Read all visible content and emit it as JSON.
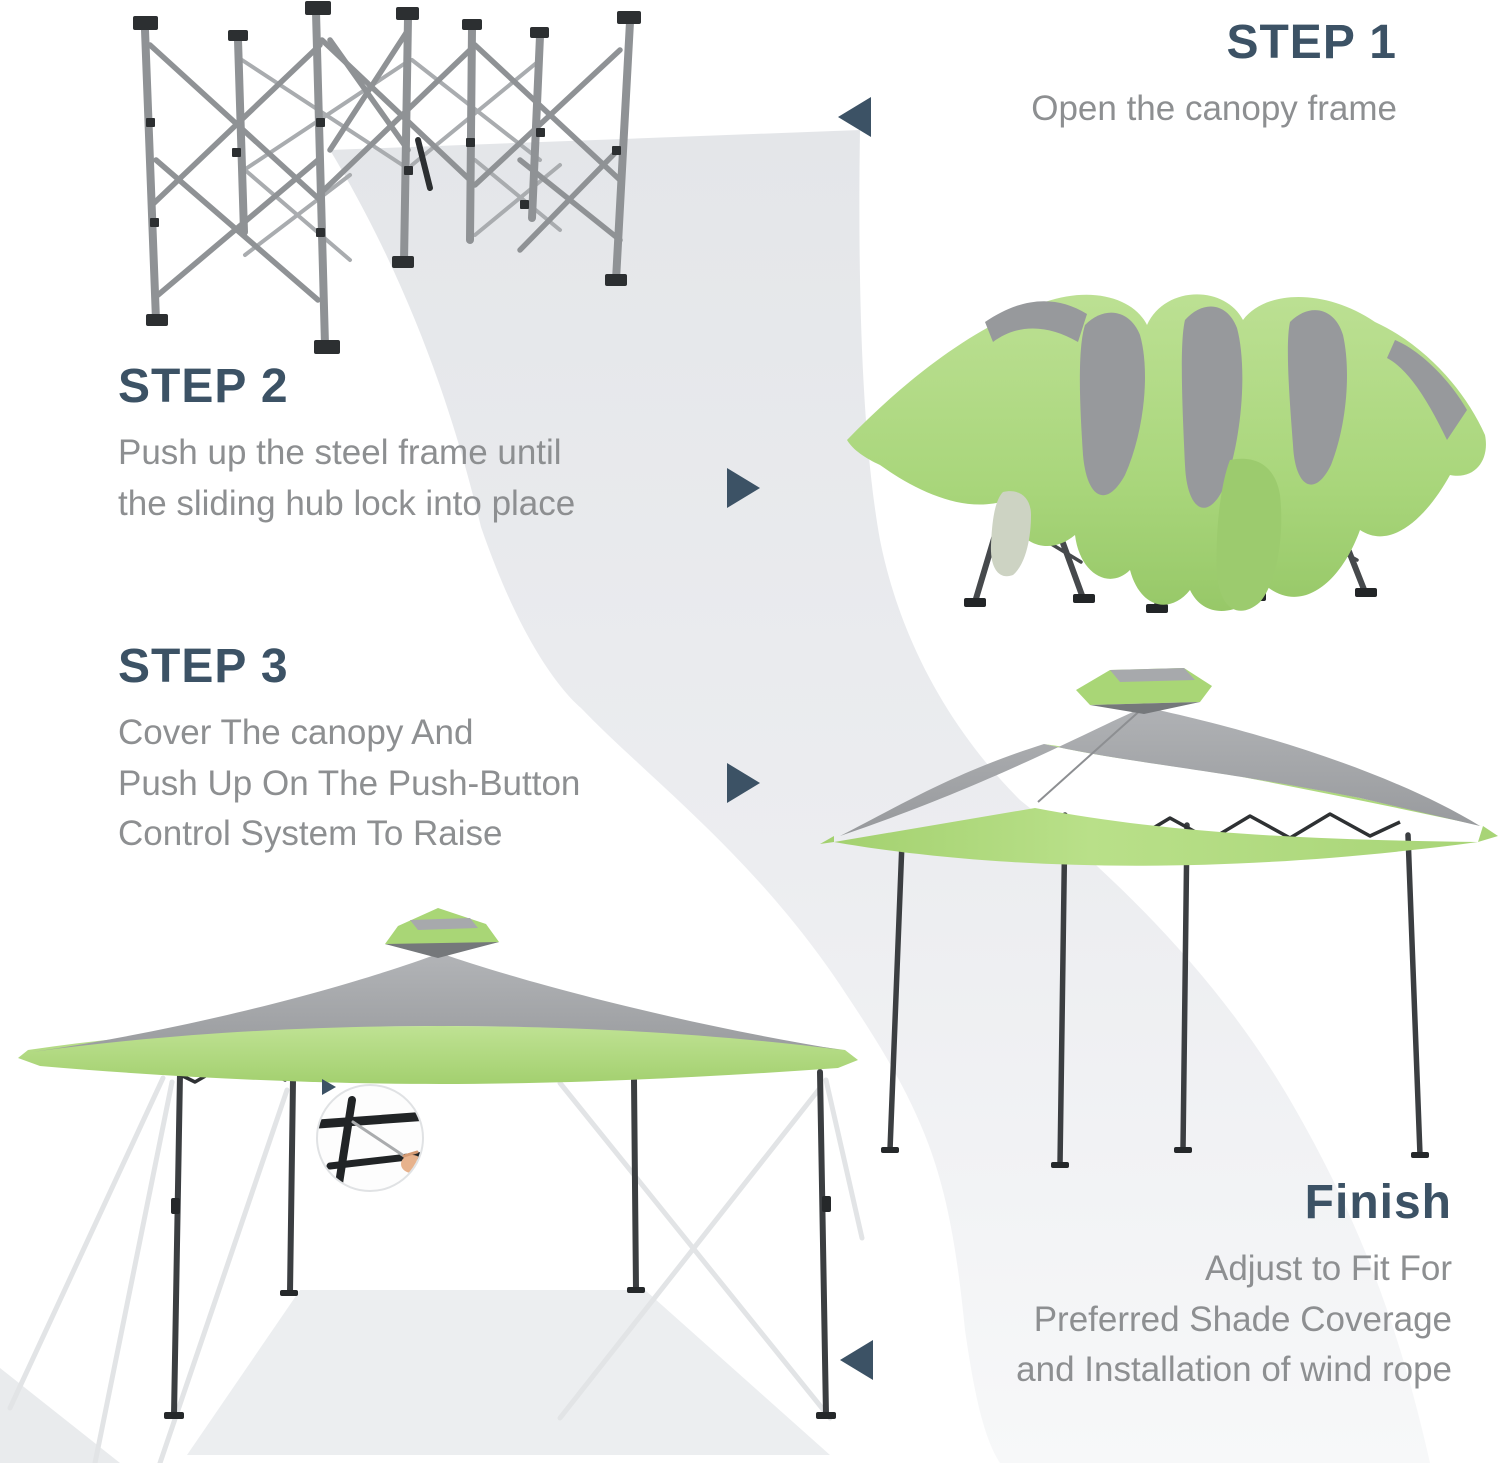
{
  "colors": {
    "heading": "#3c5265",
    "body_text": "#8d8f91",
    "arrow": "#3c5265",
    "canopy_green": "#abd77c",
    "canopy_green_dark": "#93c465",
    "canopy_gray": "#9fa1a4",
    "frame_gray": "#8f9295",
    "frame_black": "#2c2f31",
    "leg_dark": "#3b3e41",
    "rope_white": "#e7e9ea",
    "swoosh_gray": "#e6e8ea"
  },
  "steps": [
    {
      "label": "STEP 1",
      "description": "Open the canopy frame",
      "arrow_direction": "left",
      "illustration": "folded-canopy-frame"
    },
    {
      "label": "STEP 2",
      "description": "Push up the steel frame until\nthe sliding hub lock into place",
      "arrow_direction": "right",
      "illustration": "steel-frame-with-draped-canopy"
    },
    {
      "label": "STEP 3",
      "description": "Cover The canopy And\nPush Up On The Push-Button\nControl System To Raise",
      "arrow_direction": "right",
      "illustration": "raised-canopy-on-frame"
    },
    {
      "label": "Finish",
      "description": "Adjust to Fit For\nPreferred Shade Coverage\nand Installation of wind rope",
      "arrow_direction": "left",
      "illustration": "finished-canopy-with-wind-ropes"
    }
  ]
}
